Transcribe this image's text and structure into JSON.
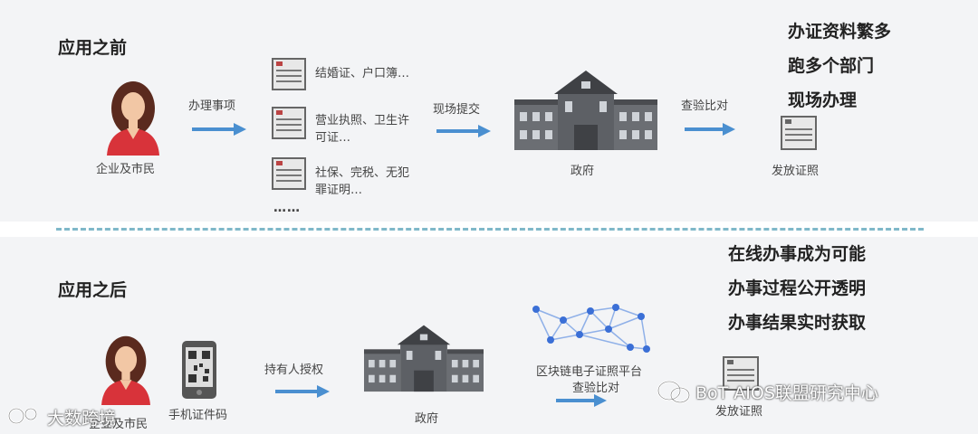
{
  "before": {
    "title": "应用之前",
    "citizen_label": "企业及市民",
    "step1_label": "办理事项",
    "docs": [
      {
        "text": "结婚证、户口簿…"
      },
      {
        "text": "营业执照、卫生许可证…"
      },
      {
        "text": "社保、完税、无犯罪证明…"
      }
    ],
    "docs_more": "……",
    "step2_label": "现场提交",
    "gov_label": "政府",
    "step3_label": "查验比对",
    "issue_label": "发放证照",
    "notes": [
      "办证资料繁多",
      "跑多个部门",
      "现场办理"
    ]
  },
  "after": {
    "title": "应用之后",
    "citizen_label": "企业及市民",
    "phone_label": "手机证件码",
    "step1_label": "持有人授权",
    "gov_label": "政府",
    "platform_label": "区块链电子证照平台",
    "step2_label": "查验比对",
    "issue_label": "发放证照",
    "notes": [
      "在线办事成为可能",
      "办事过程公开透明",
      "办事结果实时获取"
    ]
  },
  "watermarks": {
    "left": "大数跨境",
    "right": "BoT AIOS联盟研究中心"
  },
  "colors": {
    "arrow": "#4a8fd0",
    "person_skin": "#f2c7a5",
    "person_hair": "#5a2a1e",
    "person_shirt": "#d8333a",
    "building": "#6b6e73",
    "building_dark": "#4a4c50",
    "network_node": "#3b6fd6",
    "network_line": "#8fb0e8"
  }
}
